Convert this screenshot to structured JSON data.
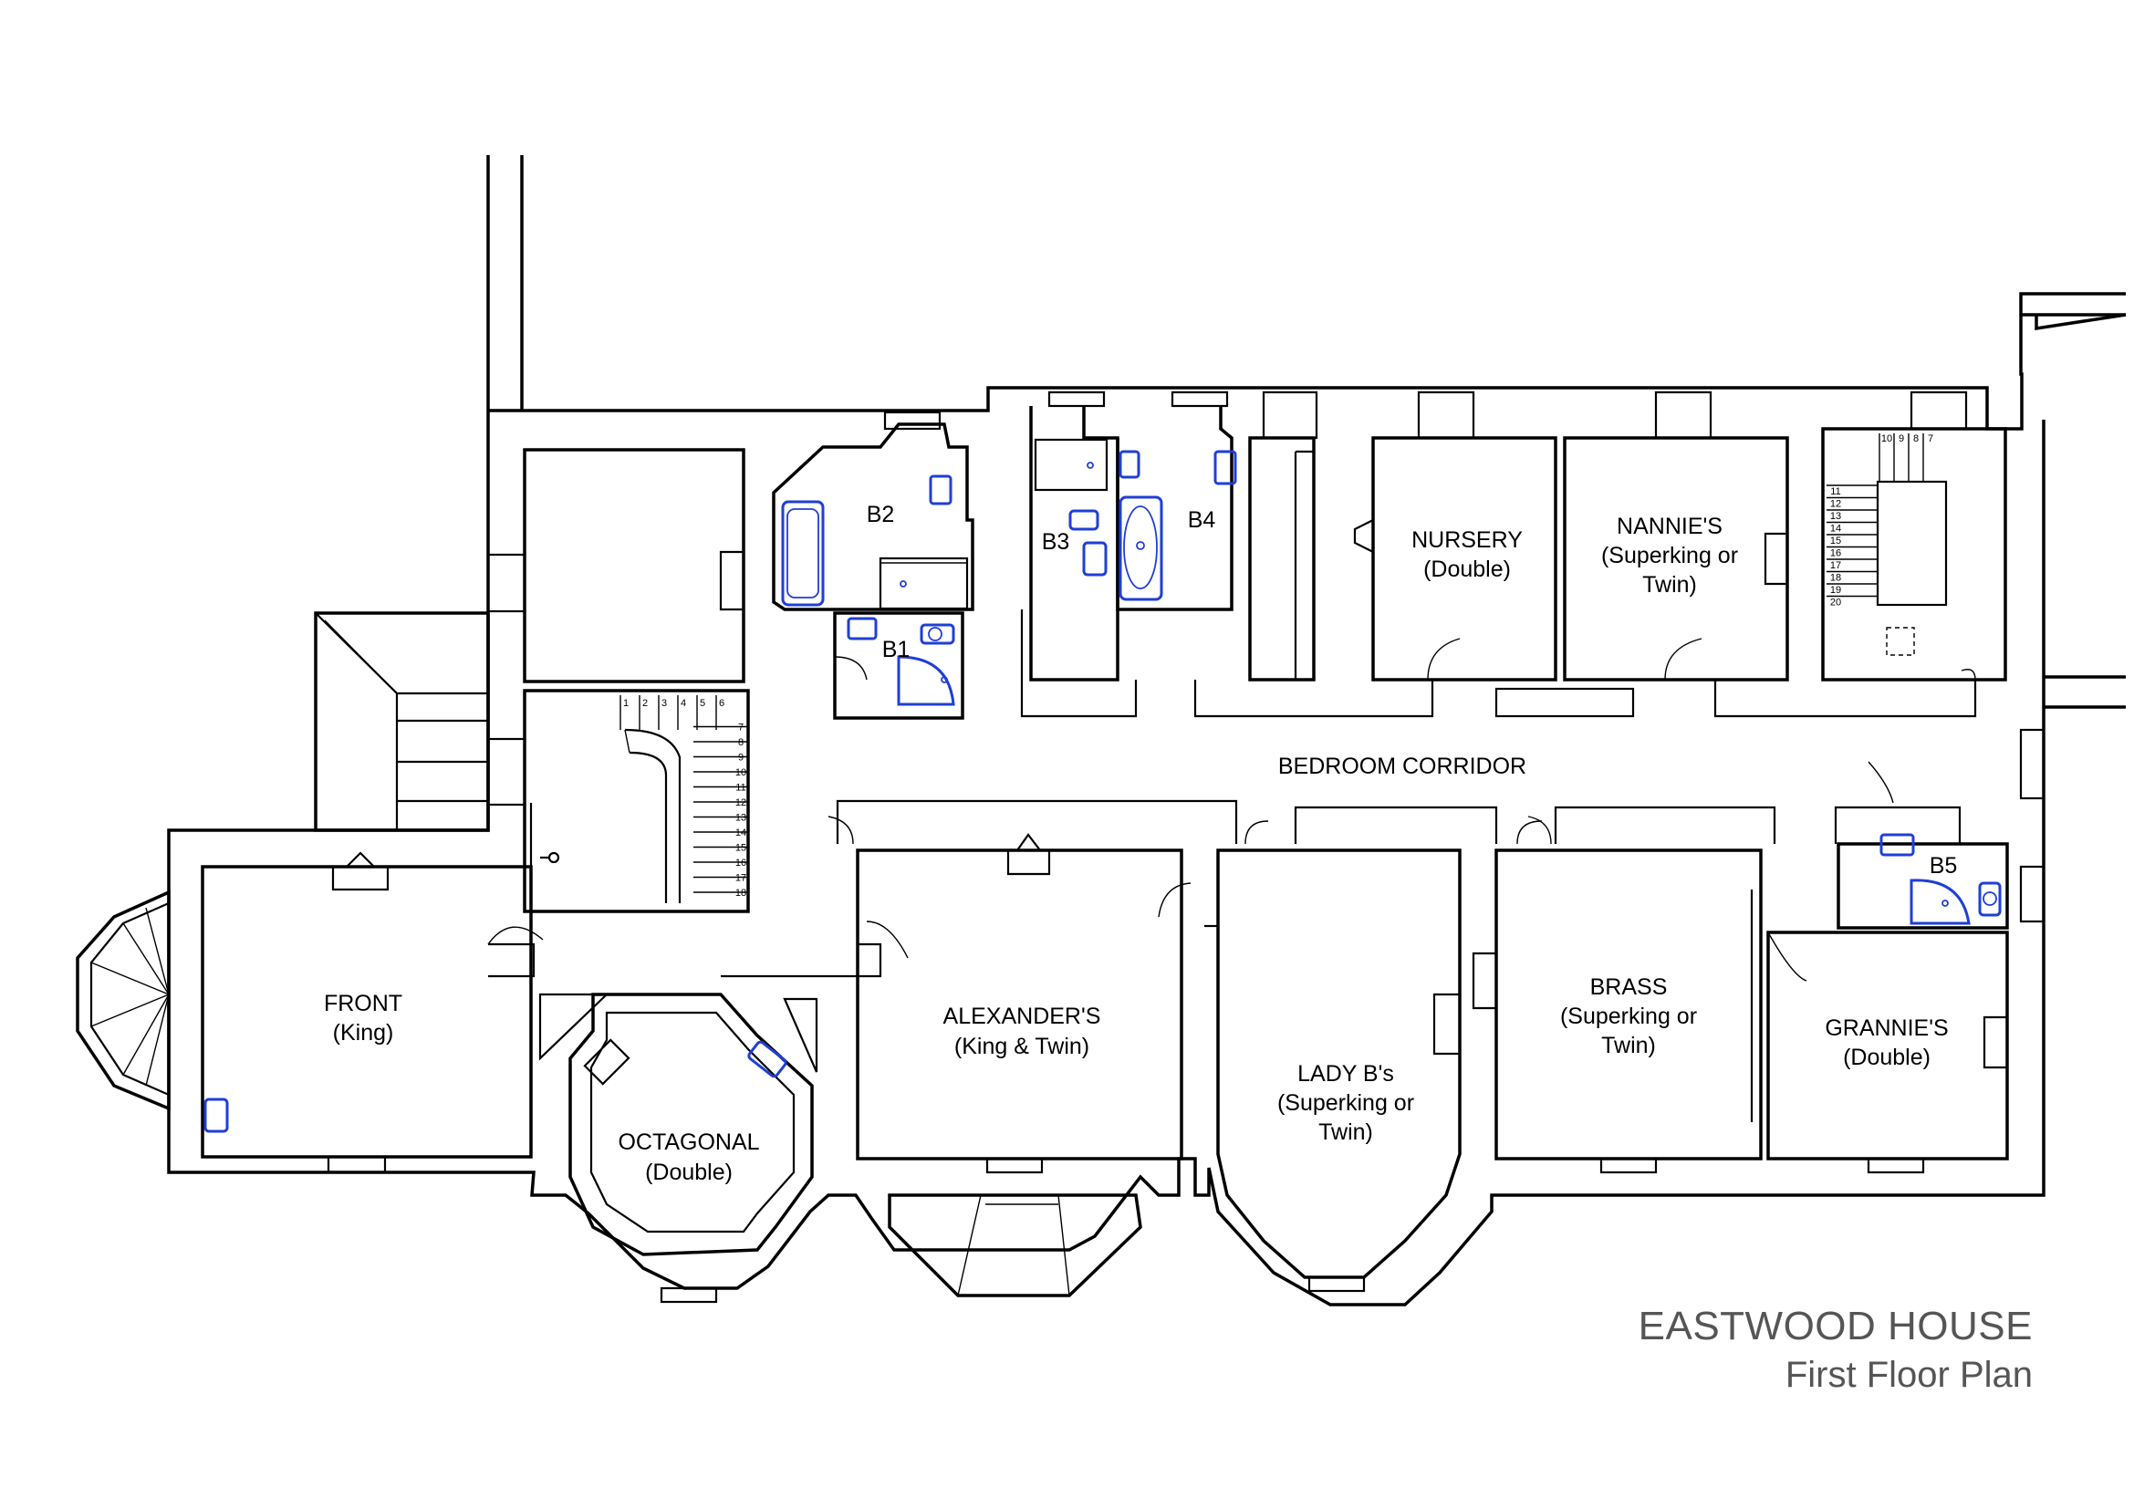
{
  "title": {
    "name": "EASTWOOD HOUSE",
    "subtitle": "First Floor Plan"
  },
  "rooms": {
    "front": {
      "name": "FRONT",
      "bed": "(King)"
    },
    "octagonal": {
      "name": "OCTAGONAL",
      "bed": "(Double)"
    },
    "alexanders": {
      "name": "ALEXANDER'S",
      "bed": "(King & Twin)"
    },
    "lady_bs": {
      "name": "LADY B's",
      "bed_line1": "(Superking or",
      "bed_line2": "Twin)"
    },
    "brass": {
      "name": "BRASS",
      "bed_line1": "(Superking or",
      "bed_line2": "Twin)"
    },
    "grannies": {
      "name": "GRANNIE'S",
      "bed": "(Double)"
    },
    "nursery": {
      "name": "NURSERY",
      "bed": "(Double)"
    },
    "nannies": {
      "name": "NANNIE'S",
      "bed_line1": "(Superking or",
      "bed_line2": "Twin)"
    },
    "corridor": {
      "name": "BEDROOM CORRIDOR"
    }
  },
  "bathrooms": {
    "b1": "B1",
    "b2": "B2",
    "b3": "B3",
    "b4": "B4",
    "b5": "B5"
  },
  "stairs": {
    "main_steps": [
      "1",
      "2",
      "3",
      "4",
      "5",
      "6",
      "7",
      "8",
      "9",
      "10",
      "11",
      "12",
      "13",
      "14",
      "15",
      "16",
      "17",
      "18"
    ],
    "back_top": [
      "10",
      "9",
      "8",
      "7"
    ],
    "back_side": [
      "11",
      "12",
      "13",
      "14",
      "15",
      "16",
      "17",
      "18",
      "19",
      "20"
    ]
  },
  "colors": {
    "walls": "#000000",
    "sanitary": "#1f3fd6",
    "title": "#555555"
  }
}
